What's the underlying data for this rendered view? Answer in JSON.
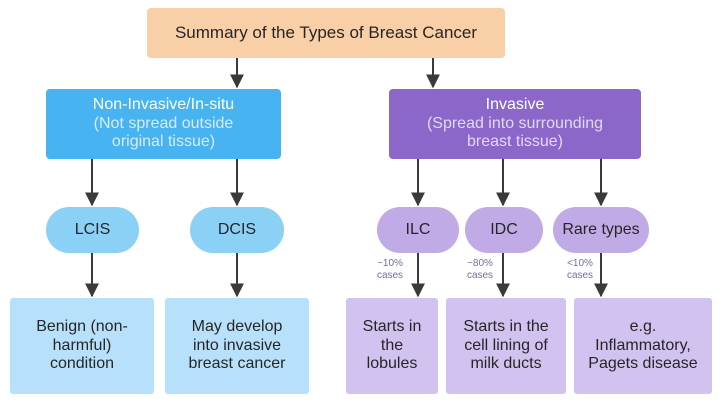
{
  "title": "Summary of the Types of Breast Cancer",
  "categories": {
    "non_invasive": {
      "line1": "Non-Invasive/In-situ",
      "line2": "(Not spread outside",
      "line3": "original tissue)"
    },
    "invasive": {
      "line1": "Invasive",
      "line2": "(Spread into surrounding",
      "line3": "breast tissue)"
    }
  },
  "types": {
    "lcis": "LCIS",
    "dcis": "DCIS",
    "ilc": "ILC",
    "idc": "IDC",
    "rare": "Rare types"
  },
  "percentages": {
    "ilc": [
      "~10%",
      "cases"
    ],
    "idc": [
      "~80%",
      "cases"
    ],
    "rare": [
      "<10%",
      "cases"
    ]
  },
  "descriptions": {
    "lcis": [
      "Benign  (non-",
      "harmful)",
      "condition"
    ],
    "dcis": [
      "May develop",
      "into invasive",
      "breast cancer"
    ],
    "ilc": [
      "Starts in",
      "the",
      "lobules"
    ],
    "idc": [
      "Starts in the",
      "cell lining of",
      "milk ducts"
    ],
    "rare": [
      "e.g.",
      "Inflammatory,",
      "Pagets disease"
    ]
  },
  "colors": {
    "title_bg": "#f9cfa7",
    "non_invasive": "#47b3f0",
    "invasive": "#8a67c8",
    "light_blue": "#b7e1fa",
    "light_purple": "#d2c2ef"
  }
}
